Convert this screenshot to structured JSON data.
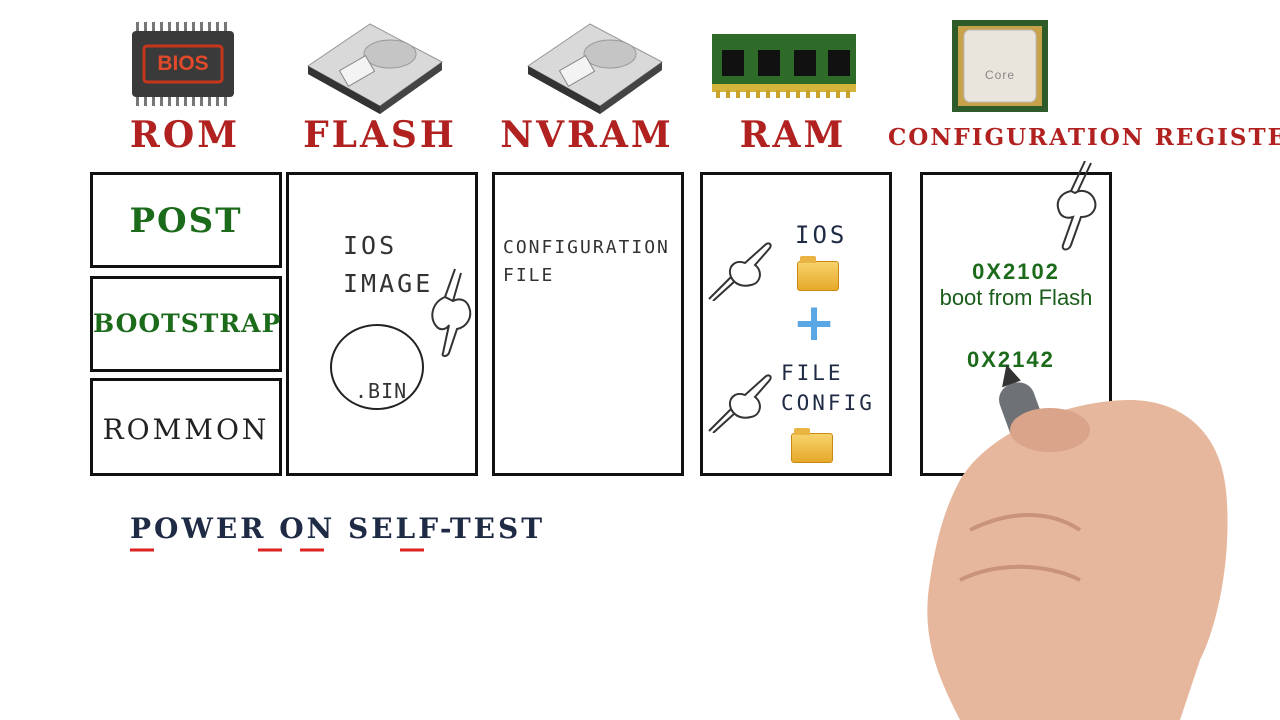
{
  "columns": {
    "rom": {
      "icon_label": "BIOS",
      "heading": "ROM"
    },
    "flash": {
      "heading": "FLASH"
    },
    "nvram": {
      "heading": "NVRAM"
    },
    "ram": {
      "heading": "RAM"
    },
    "config_register": {
      "icon_label": "Core",
      "heading": "CONFIGURATION REGISTER"
    }
  },
  "rom_boxes": [
    "POST",
    "BOOTSTRAP",
    "ROMMON"
  ],
  "flash_box": {
    "line1": "IOS",
    "line2": "IMAGE",
    "file_label": ".BIN"
  },
  "nvram_box": {
    "line1": "CONFIGURATION",
    "line2": "FILE"
  },
  "ram_box": {
    "top_label": "IOS",
    "plus": "+",
    "bottom_line1": "FILE",
    "bottom_line2": "CONFIG"
  },
  "config_box": {
    "value1": "0X2102",
    "value1_desc": "boot from Flash",
    "value2": "0X2142"
  },
  "caption": "POWER ON SELF-TEST",
  "colors": {
    "heading": "#b0211f",
    "box_text": "#1b6b1b",
    "caption": "#1f2a44",
    "underline": "#d22"
  },
  "icons": [
    "bios-chip-icon",
    "hard-drive-icon",
    "ram-module-icon",
    "cpu-icon",
    "folder-icon",
    "pointing-hand-icon",
    "plus-icon",
    "drawing-hand-with-marker"
  ]
}
